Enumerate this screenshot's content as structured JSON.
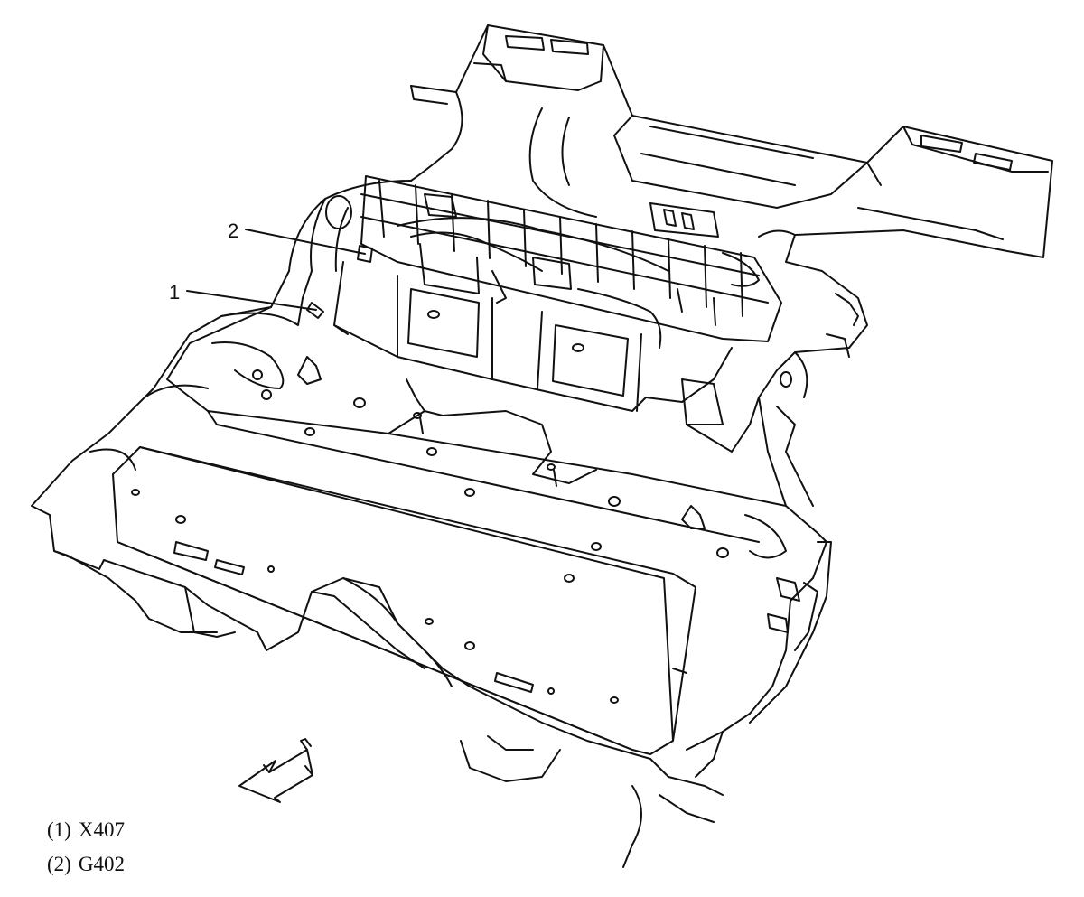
{
  "callouts": [
    {
      "number": "1",
      "code": "X407"
    },
    {
      "number": "2",
      "code": "G402"
    }
  ],
  "legend": [
    {
      "label": "(1)",
      "code": "X407"
    },
    {
      "label": "(2)",
      "code": "G402"
    }
  ],
  "icons": {
    "direction_arrow": "forward-direction-arrow-icon"
  },
  "colors": {
    "line": "#111111",
    "background": "#ffffff"
  }
}
